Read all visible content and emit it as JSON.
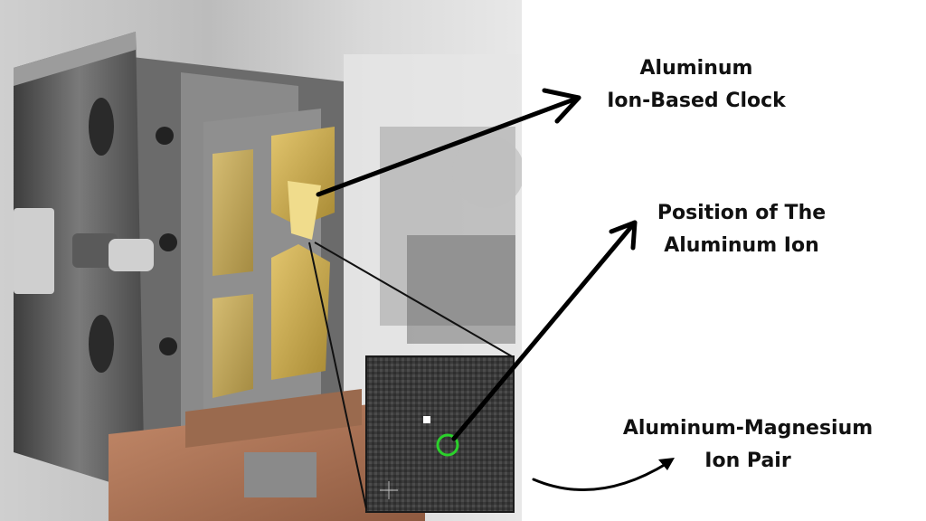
{
  "labels": {
    "clock": {
      "line1": "Aluminum",
      "line2": "Ion-Based Clock"
    },
    "position": {
      "line1": "Position of The",
      "line2": "Aluminum Ion"
    },
    "pair": {
      "line1": "Aluminum-Magnesium",
      "line2": "Ion Pair"
    }
  },
  "colors": {
    "background": "#ffffff",
    "text": "#111111",
    "arrow": "#000000",
    "ion_marker": "#2bd12b",
    "gold_electrode": "#c9a648",
    "copper_base": "#b77a5b",
    "steel": "#6e6e6e"
  },
  "icons": [
    "arrow-icon",
    "ion-marker-circle",
    "crosshair-icon"
  ]
}
